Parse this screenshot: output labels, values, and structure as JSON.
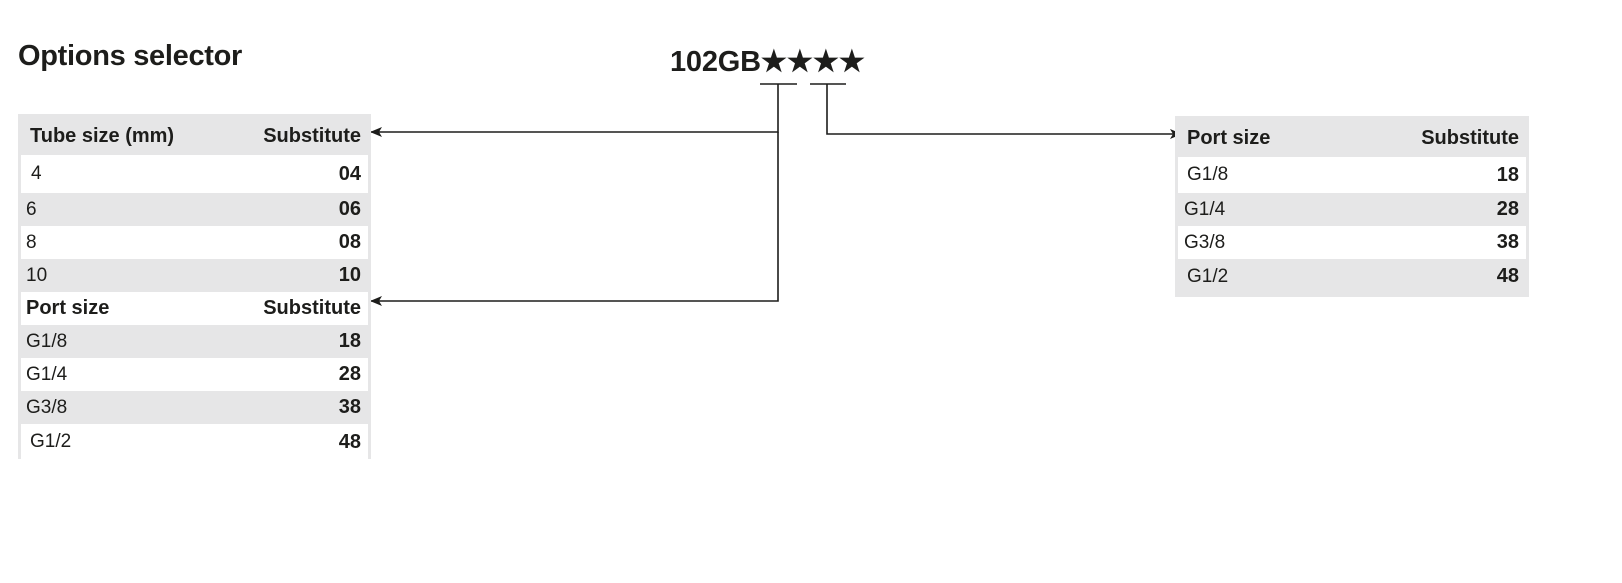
{
  "title": "Options selector",
  "code": {
    "prefix": "102GB",
    "stars": "★★★★"
  },
  "left_table": {
    "tube_header": {
      "key": "Tube size (mm)",
      "value": "Substitute"
    },
    "tube_rows": [
      {
        "key": "4",
        "value": "04"
      },
      {
        "key": "6",
        "value": "06"
      },
      {
        "key": "8",
        "value": "08"
      },
      {
        "key": "10",
        "value": "10"
      }
    ],
    "port_header": {
      "key": "Port size",
      "value": "Substitute"
    },
    "port_rows": [
      {
        "key": "G1/8",
        "value": "18"
      },
      {
        "key": "G1/4",
        "value": "28"
      },
      {
        "key": "G3/8",
        "value": "38"
      },
      {
        "key": "G1/2",
        "value": "48"
      }
    ]
  },
  "right_table": {
    "port_header": {
      "key": "Port size",
      "value": "Substitute"
    },
    "port_rows": [
      {
        "key": "G1/8",
        "value": "18"
      },
      {
        "key": "G1/4",
        "value": "28"
      },
      {
        "key": "G3/8",
        "value": "38"
      },
      {
        "key": "G1/2",
        "value": "48"
      }
    ]
  },
  "colors": {
    "text": "#1d1d1b",
    "table_shade": "#e6e6e7",
    "line": "#1d1d1b"
  }
}
